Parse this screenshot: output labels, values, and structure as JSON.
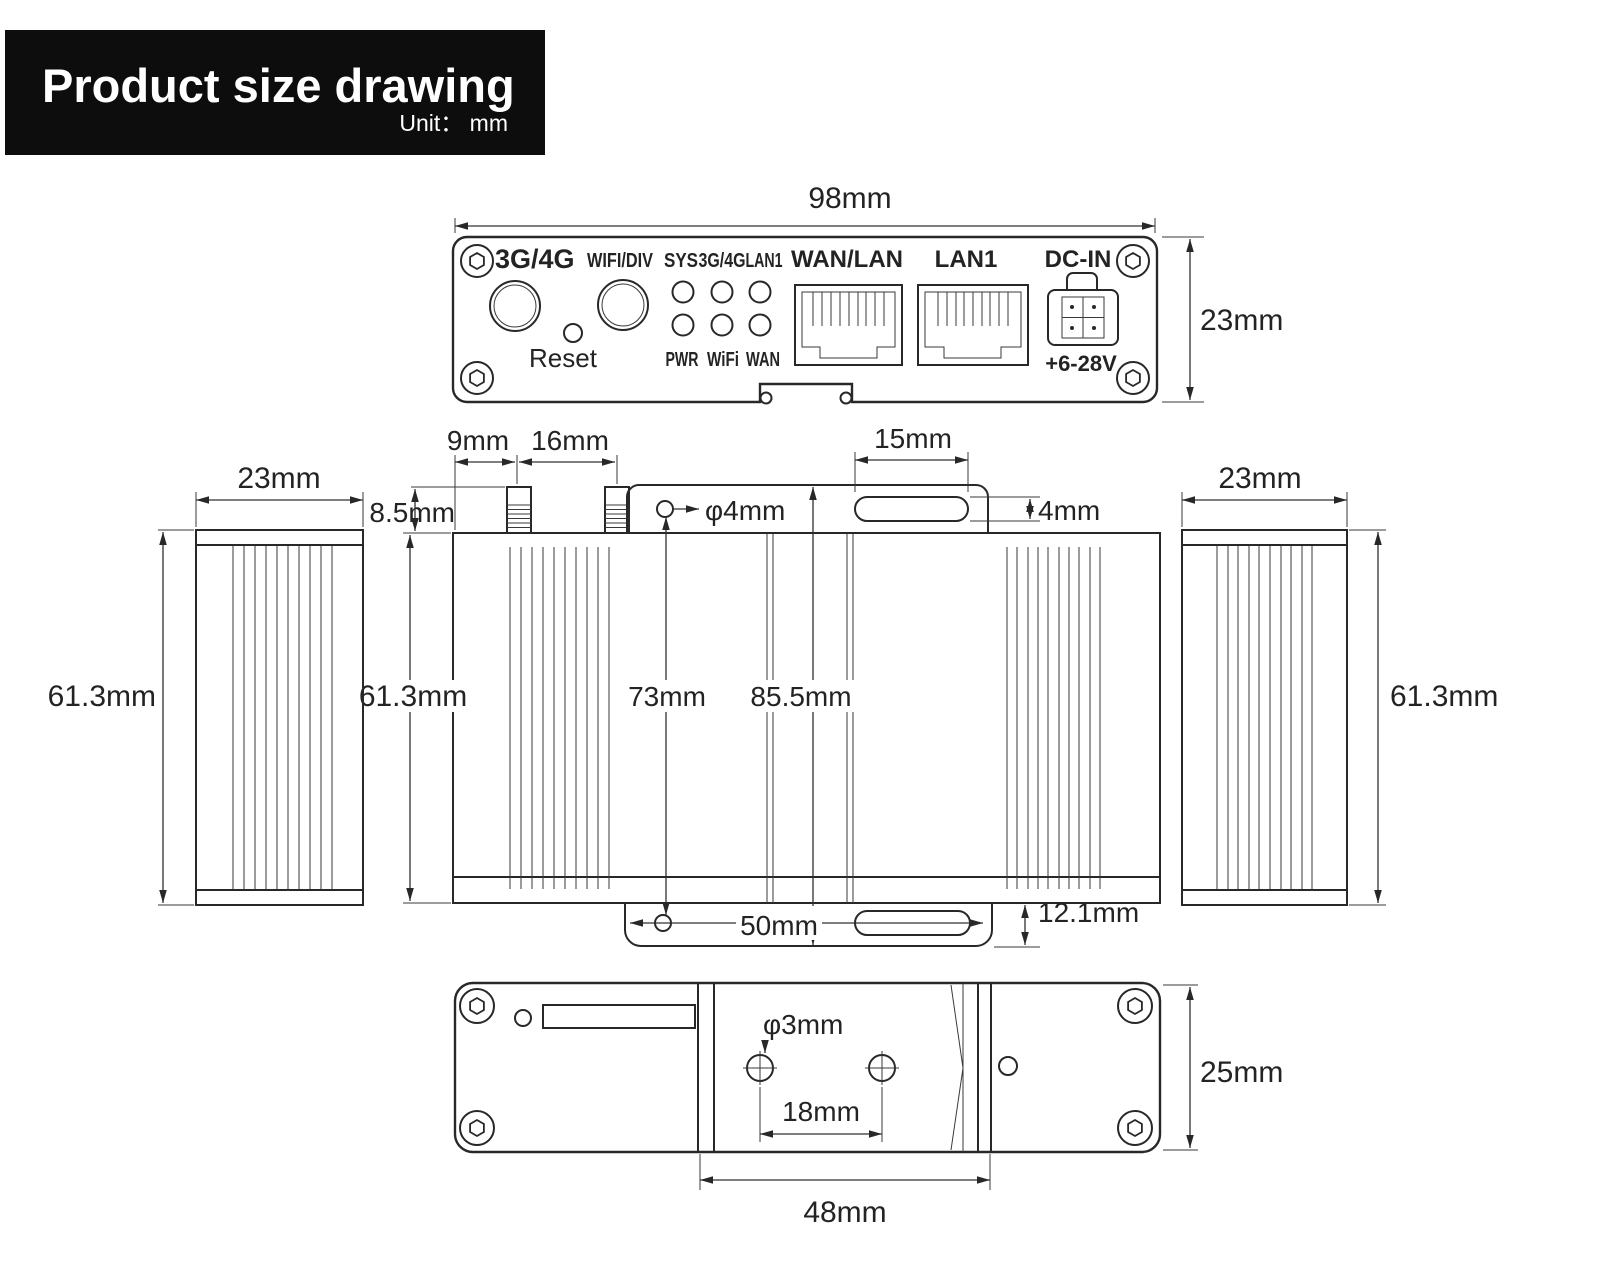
{
  "title_block": {
    "title": "Product size drawing",
    "unit": "Unit： mm"
  },
  "front_view": {
    "dim_width": "98mm",
    "dim_height": "23mm",
    "antenna1_label": "3G/4G",
    "reset_label": "Reset",
    "antenna2_label": "WIFI/DIV",
    "led_labels_top": [
      "SYS",
      "3G/4G",
      "LAN1"
    ],
    "led_labels_bottom": [
      "PWR",
      "WiFi",
      "WAN"
    ],
    "port1_label": "WAN/LAN",
    "port2_label": "LAN1",
    "power_label": "DC-IN",
    "voltage_label": "+6-28V"
  },
  "top_view": {
    "dim_antenna_offset": "9mm",
    "dim_antenna_spacing": "16mm",
    "dim_slot_length": "15mm",
    "dim_connector_height": "8.5mm",
    "dim_slot_width": "4mm",
    "dim_hole": "φ4mm",
    "dim_hole_span": "73mm",
    "dim_overall": "85.5mm",
    "dim_body_height": "61.3mm",
    "dim_bottom_slot_span": "50mm",
    "dim_bracket_height": "12.1mm"
  },
  "left_view": {
    "dim_width": "23mm",
    "dim_height": "61.3mm"
  },
  "right_view": {
    "dim_width": "23mm",
    "dim_height": "61.3mm"
  },
  "bottom_view": {
    "dim_hole": "φ3mm",
    "dim_hole_spacing": "18mm",
    "dim_channel": "48mm",
    "dim_height": "25mm"
  }
}
